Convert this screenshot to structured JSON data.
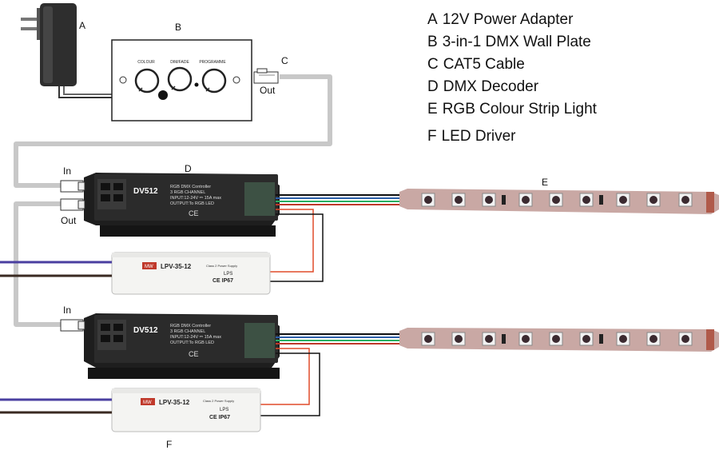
{
  "legend": [
    {
      "key": "A",
      "text": "12V Power Adapter"
    },
    {
      "key": "B",
      "text": "3-in-1 DMX Wall Plate"
    },
    {
      "key": "C",
      "text": "CAT5 Cable"
    },
    {
      "key": "D",
      "text": "DMX Decoder"
    },
    {
      "key": "E",
      "text": "RGB Colour Strip Light"
    },
    {
      "key": "F",
      "text": "LED Driver"
    }
  ],
  "labels": {
    "a": "A",
    "b": "B",
    "c": "C",
    "d": "D",
    "e": "E",
    "f": "F",
    "in": "In",
    "out": "Out"
  },
  "wall_plate": {
    "knob1": "COLOUR",
    "knob2": "DIM/FADE",
    "knob3": "PROGRAMME"
  },
  "decoder": {
    "model": "DV512",
    "line1": "RGB DMX Controller",
    "line2": "3 RGB CHANNEL",
    "line3": "INPUT:12-24V ⎓ 15A max",
    "line4": "OUTPUT:To RGB LED",
    "ce": "CE"
  },
  "driver": {
    "brand": "MW",
    "model": "LPV-35-12",
    "subtitle": "Class 2 Power Supply",
    "lps": "LPS",
    "marks": "CE IP67"
  },
  "colors": {
    "cable": "#c8c8c8",
    "decoder_body": "#2a2a2a",
    "strip": "#c9a8a4",
    "led_red": "#c0392b",
    "led_green": "#27ae60",
    "led_blue": "#2c5ea8",
    "mains_blue": "#4a3fa0",
    "mains_brown": "#3a2a22",
    "dc_red": "#e04b2a"
  }
}
